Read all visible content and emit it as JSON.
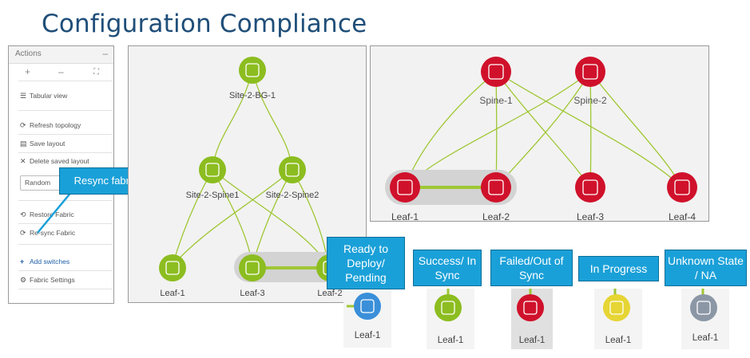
{
  "page_title": "Configuration Compliance",
  "actions": {
    "title": "Actions",
    "collapse": "–",
    "zoom_in": "+",
    "zoom_out": "–",
    "fit": "⛶",
    "items": [
      {
        "label": "Tabular view",
        "icon": "list-icon"
      },
      {
        "label": "Refresh topology",
        "icon": "refresh-icon"
      },
      {
        "label": "Save layout",
        "icon": "save-icon"
      },
      {
        "label": "Delete saved layout",
        "icon": "close-icon"
      },
      {
        "label": "Restore Fabric",
        "icon": "restore-icon"
      },
      {
        "label": "Re-sync Fabric",
        "icon": "resync-icon"
      },
      {
        "label": "Add switches",
        "icon": "plus-icon"
      },
      {
        "label": "Fabric Settings",
        "icon": "gear-icon"
      }
    ],
    "layout_select": "Random",
    "callout": "Resync fabric"
  },
  "topology_site2": {
    "nodes": {
      "bg": "Site-2-BG-1",
      "spine1": "Site-2-Spine1",
      "spine2": "Site-2-Spine2",
      "leaf1": "Leaf-1",
      "leaf3": "Leaf-3",
      "leaf2": "Leaf-2"
    },
    "status_color": "#8cbd20"
  },
  "topology_spine": {
    "nodes": {
      "spine1": "Spine-1",
      "spine2": "Spine-2",
      "leaf1": "Leaf-1",
      "leaf2": "Leaf-2",
      "leaf3": "Leaf-3",
      "leaf4": "Leaf-4"
    },
    "status_color": "#d0112b"
  },
  "legend": [
    {
      "status": "Ready to Deploy/ Pending",
      "node": "Leaf-1",
      "color": "#3a8fd9"
    },
    {
      "status": "Success/ In Sync",
      "node": "Leaf-1",
      "color": "#8cbd20"
    },
    {
      "status": "Failed/Out of Sync",
      "node": "Leaf-1",
      "color": "#d0112b"
    },
    {
      "status": "In Progress",
      "node": "Leaf-1",
      "color": "#e6d534"
    },
    {
      "status": "Unknown State / NA",
      "node": "Leaf-1",
      "color": "#8c97a6"
    }
  ]
}
